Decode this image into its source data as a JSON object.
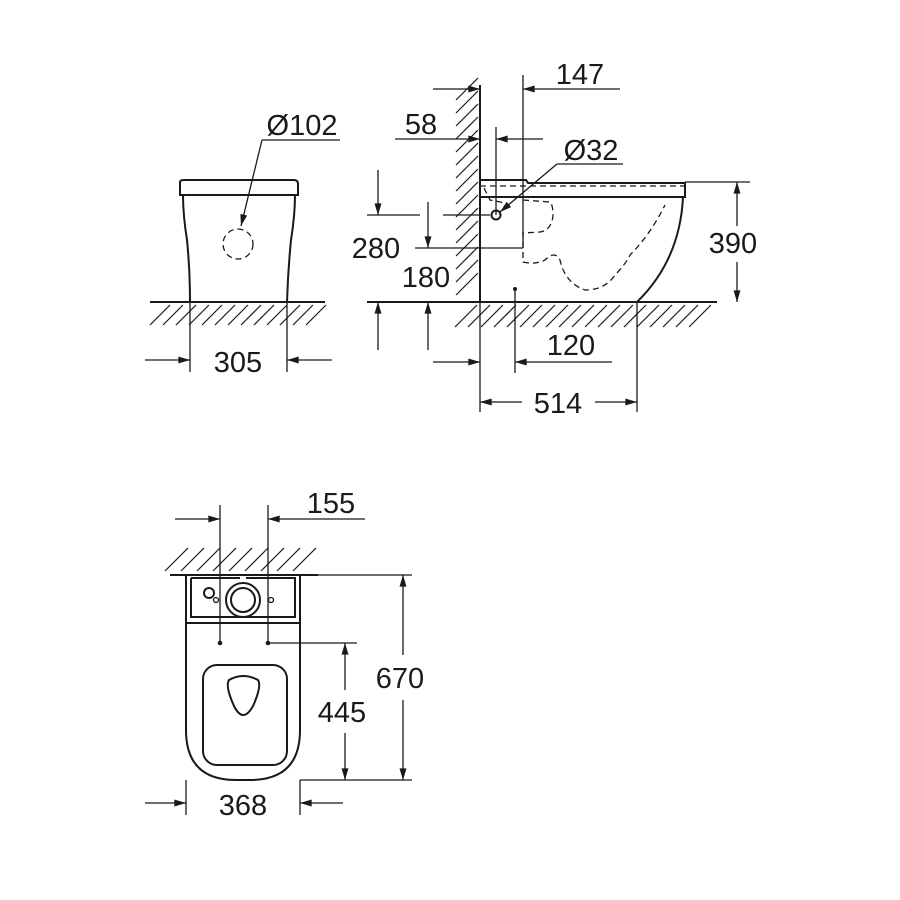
{
  "views": {
    "front": {
      "diameter_label": "Ø102",
      "width_label": "305"
    },
    "side": {
      "wall_offset_label": "147",
      "inlet_offset_label": "58",
      "inlet_diameter_label": "Ø32",
      "inlet_height_label": "280",
      "outlet_height_label": "180",
      "height_label": "390",
      "outlet_distance_label": "120",
      "depth_label": "514"
    },
    "top": {
      "fixing_spacing_label": "155",
      "length_label": "670",
      "fixing_distance_label": "445",
      "width_label": "368"
    }
  }
}
